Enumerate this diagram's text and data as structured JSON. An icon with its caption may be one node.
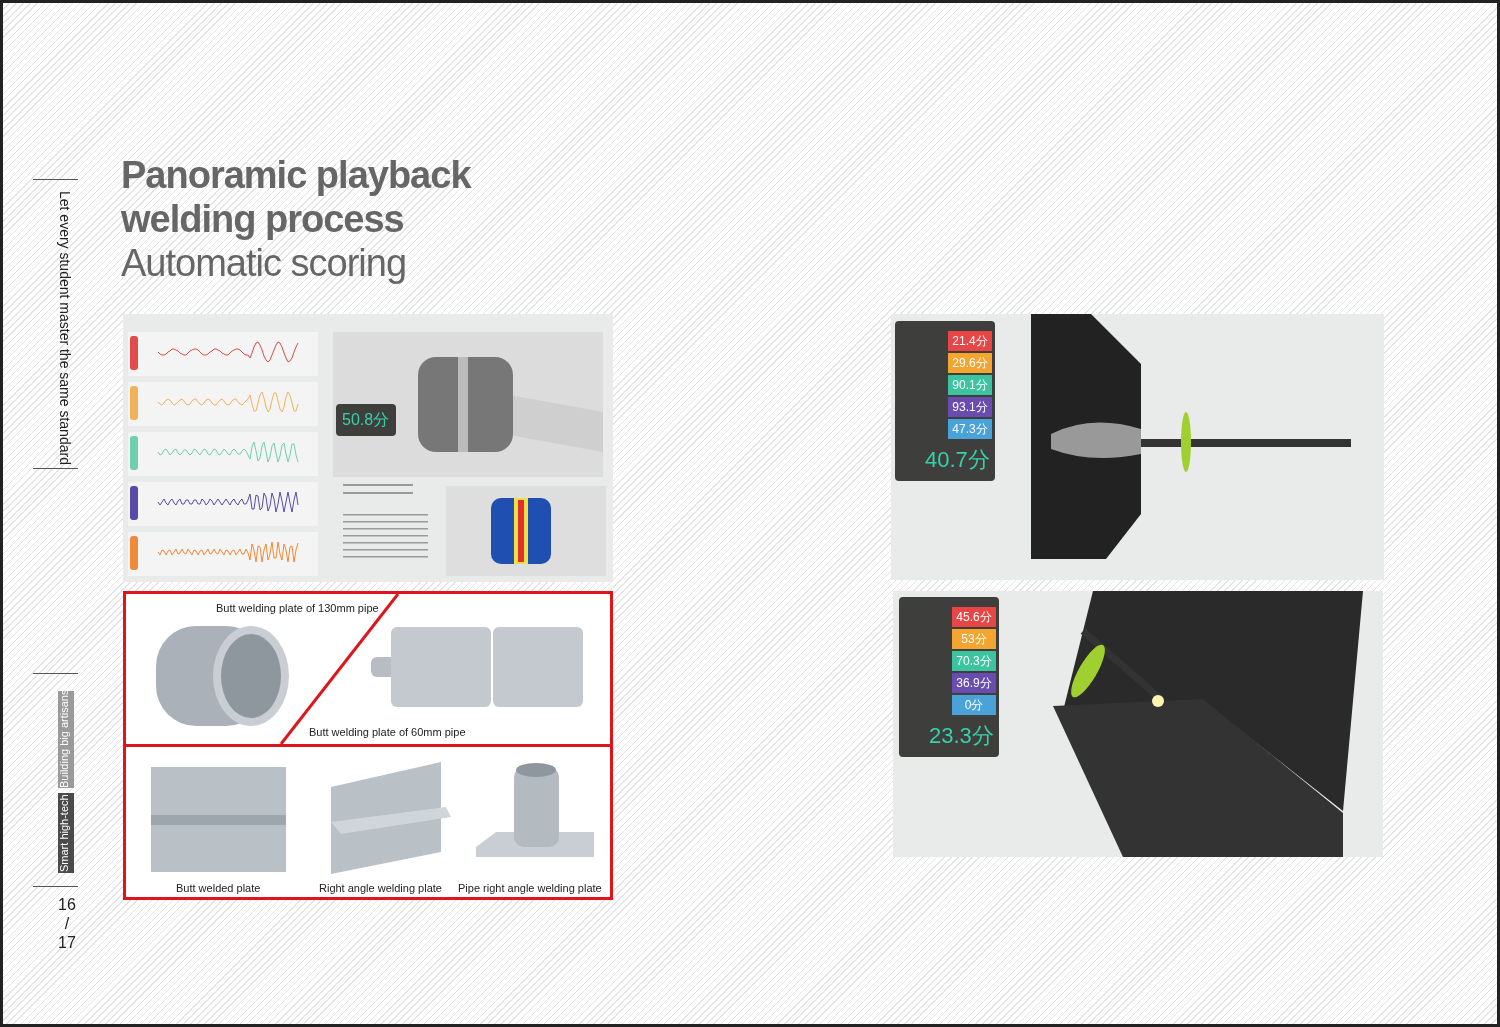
{
  "diagram": {
    "title": "Panoramic playback welding process",
    "labels": [
      "Automatic scoring",
      "Let every student master the same standard",
      "Building big artisans",
      "Smart high-tech",
      "16 / 17",
      "50.8分",
      "21.4分",
      "29.6分",
      "90.1分",
      "93.1分",
      "47.3分",
      "40.7分",
      "45.6分",
      "53分",
      "70.3分",
      "36.9分",
      "0分",
      "23.3分",
      "Butt welding plate of 130mm pipe",
      "Butt welding plate of 60mm pipe",
      "Butt welded plate",
      "Right angle welding plate",
      "Pipe right angle welding plate"
    ]
  }
}
